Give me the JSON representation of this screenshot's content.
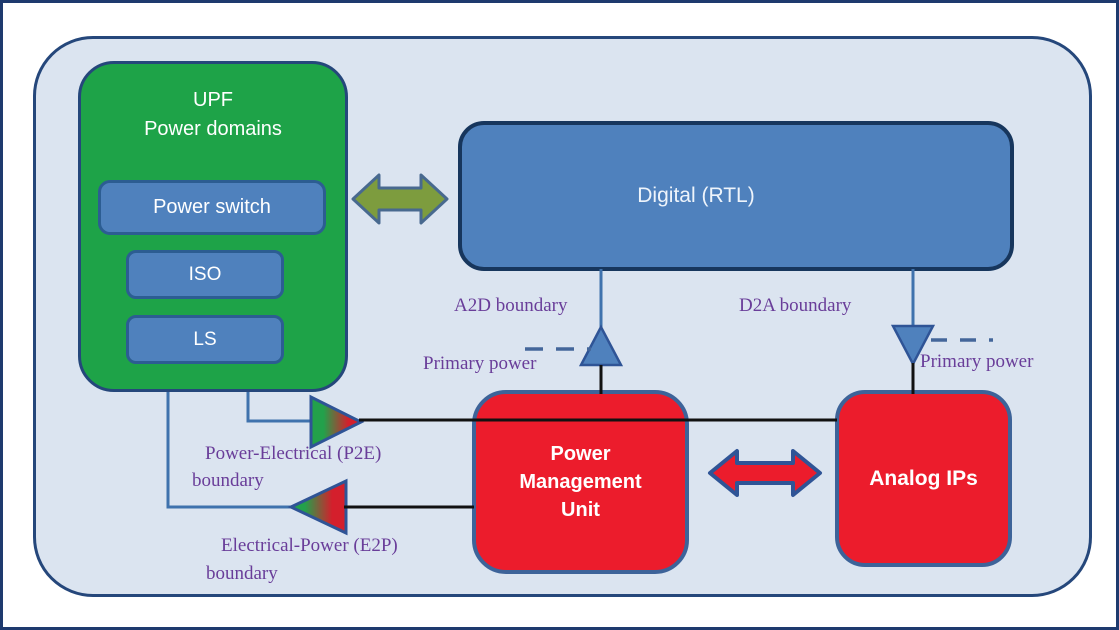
{
  "diagram": {
    "upf": {
      "title_line1": "UPF",
      "title_line2": "Power domains",
      "children": [
        "Power switch",
        "ISO",
        "LS"
      ]
    },
    "digital": {
      "label": "Digital (RTL)"
    },
    "pmu": {
      "line1": "Power",
      "line2": "Management",
      "line3": "Unit"
    },
    "analog": {
      "label": "Analog IPs"
    },
    "labels": {
      "a2d": "A2D boundary",
      "d2a": "D2A boundary",
      "primary_power_left": "Primary power",
      "primary_power_right": "Primary power",
      "p2e_line1": "Power-Electrical (P2E)",
      "p2e_line2": "boundary",
      "e2p_line1": "Electrical-Power (E2P)",
      "e2p_line2": "boundary"
    },
    "icons": [
      "bidirectional-arrow-green-icon",
      "bidirectional-arrow-red-icon",
      "up-triangle-icon",
      "down-triangle-icon",
      "p2e-gradient-triangle-icon",
      "e2p-gradient-triangle-icon"
    ],
    "colors": {
      "canvas_fill": "#dbe4f0",
      "canvas_border": "#25477b",
      "frame_border": "#1e3a6e",
      "green_box": "#1ea348",
      "blue_box": "#4f81bd",
      "blue_box_border": "#2c5d92",
      "digital_border": "#17365d",
      "red_box": "#ec1c2c",
      "red_box_border": "#3d6399",
      "label_purple": "#693d99",
      "wire_black": "#111111",
      "wire_blue": "#3f72ad",
      "arrow_green": "#7d9c3e",
      "triangle_gradient_start": "#23a14b",
      "triangle_gradient_end": "#d41f2c"
    }
  }
}
